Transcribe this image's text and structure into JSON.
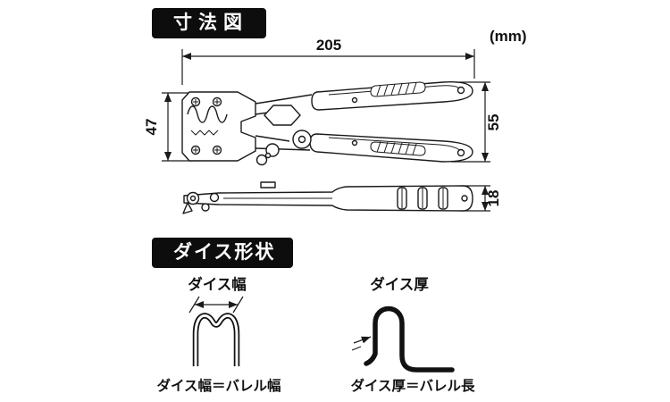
{
  "colors": {
    "background": "#ffffff",
    "line": "#1a1a1a",
    "badge_bg": "#0d0d0d",
    "badge_text": "#ffffff"
  },
  "badges": {
    "dimension": "寸法図",
    "die_shape": "ダイス形状"
  },
  "units_label": "(mm)",
  "dimensions": {
    "overall_length": "205",
    "head_height": "47",
    "body_height": "55",
    "thickness": "18"
  },
  "die": {
    "width_label": "ダイス幅",
    "width_caption": "ダイス幅＝バレル幅",
    "thickness_label": "ダイス厚",
    "thickness_caption": "ダイス厚＝バレル長"
  }
}
